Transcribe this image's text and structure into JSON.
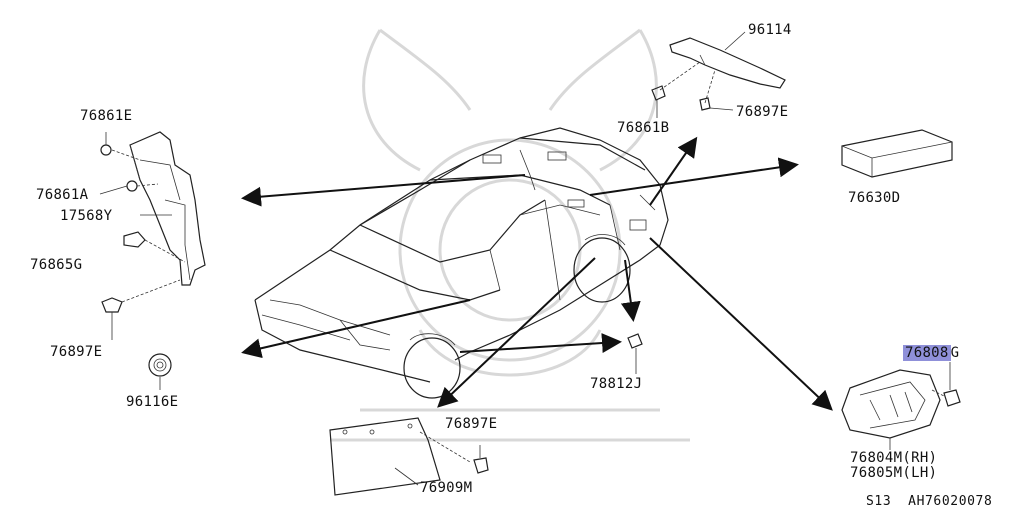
{
  "parts": [
    {
      "id": "p76861E_left",
      "text": "76861E"
    },
    {
      "id": "p76861A",
      "text": "76861A"
    },
    {
      "id": "p17568Y",
      "text": "17568Y"
    },
    {
      "id": "p76865G",
      "text": "76865G"
    },
    {
      "id": "p76897E_left",
      "text": "76897E"
    },
    {
      "id": "p96116E",
      "text": "96116E"
    },
    {
      "id": "p96114",
      "text": "96114"
    },
    {
      "id": "p76861B",
      "text": "76861B"
    },
    {
      "id": "p76897E_top",
      "text": "76897E"
    },
    {
      "id": "p76630D",
      "text": "76630D"
    },
    {
      "id": "p76808G_hl",
      "text": "76808"
    },
    {
      "id": "p76808G_tail",
      "text": "G"
    },
    {
      "id": "p76804M",
      "text": "76804M(RH)"
    },
    {
      "id": "p76805M",
      "text": "76805M(LH)"
    },
    {
      "id": "p78812J",
      "text": "78812J"
    },
    {
      "id": "p76897E_bottom",
      "text": "76897E"
    },
    {
      "id": "p76909M",
      "text": "76909M"
    }
  ],
  "reference": {
    "model": "S13",
    "code": "AH76020078"
  },
  "highlight_color": "#8f90d9"
}
